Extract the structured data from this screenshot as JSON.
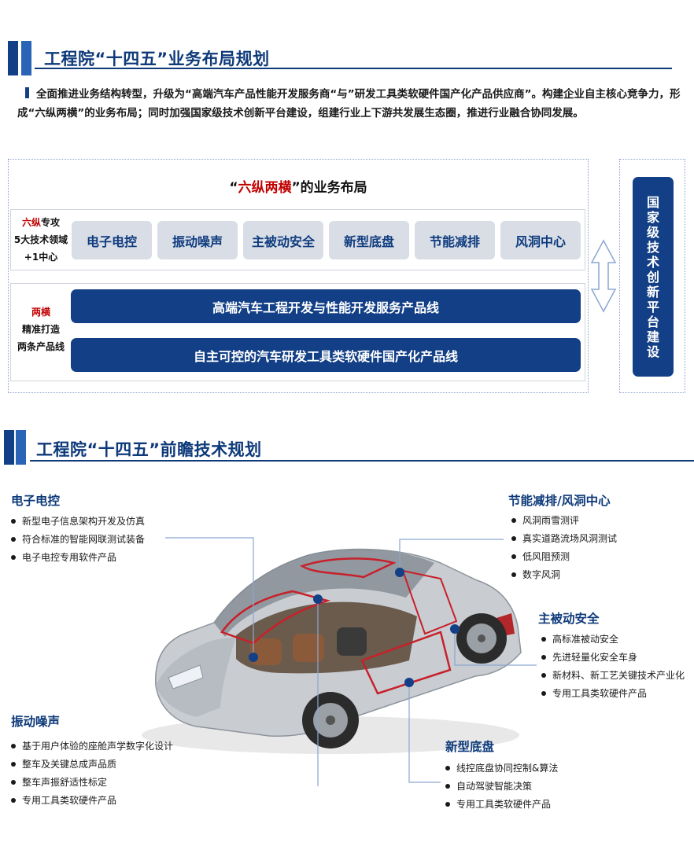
{
  "section1": {
    "title": "工程院“十四五”业务布局规划",
    "intro": "全面推进业务结构转型，升级为“高端汽车产品性能开发服务商“与”研发工具类软硬件国产化产品供应商”。构建企业自主核心竞争力，形成“六纵两横”的业务布局；同时加强国家级技术创新平台建设，组建行业上下游共发展生态圈，推进行业融合协同发展。"
  },
  "layout": {
    "title_prefix": "“",
    "title_red": "六纵两横",
    "title_suffix": "”的业务布局",
    "row1_label_red": "六纵",
    "row1_label_1": "专攻",
    "row1_label_2": "5大技术领域",
    "row1_label_3": "+1中心",
    "pillars": [
      "电子电控",
      "振动噪声",
      "主被动安全",
      "新型底盘",
      "节能减排",
      "风洞中心"
    ],
    "row2_label_red": "两横",
    "row2_label_1": "精准打造",
    "row2_label_2": "两条产品线",
    "lines": [
      "高端汽车工程开发与性能开发服务产品线",
      "自主可控的汽车研发工具类软硬件国产化产品线"
    ],
    "platform": "国家级技术创新平台建设"
  },
  "section2": {
    "title": "工程院“十四五”前瞻技术规划"
  },
  "tech": {
    "electronic": {
      "title": "电子电控",
      "items": [
        "新型电子信息架构开发及仿真",
        "符合标准的智能网联测试装备",
        "电子电控专用软件产品"
      ]
    },
    "energy": {
      "title": "节能减排/风洞中心",
      "items": [
        "风洞雨雪测评",
        "真实道路流场风洞测试",
        "低风阻预测",
        "数字风洞"
      ]
    },
    "safety": {
      "title": "主被动安全",
      "items": [
        "高标准被动安全",
        "先进轻量化安全车身",
        "新材料、新工艺关键技术产业化",
        "专用工具类软硬件产品"
      ]
    },
    "nvh": {
      "title": "振动噪声",
      "items": [
        "基于用户体验的座舱声学数字化设计",
        "整车及关键总成声品质",
        "整车声振舒适性标定",
        "专用工具类软硬件产品"
      ]
    },
    "chassis": {
      "title": "新型底盘",
      "items": [
        "线控底盘协同控制&算法",
        "自动驾驶智能决策",
        "专用工具类软硬件产品"
      ]
    }
  },
  "colors": {
    "brand_navy": "#123f86",
    "accent_red": "#c00000",
    "pill_gray": "#d9dde5",
    "title_blue": "#0e3a7a"
  }
}
